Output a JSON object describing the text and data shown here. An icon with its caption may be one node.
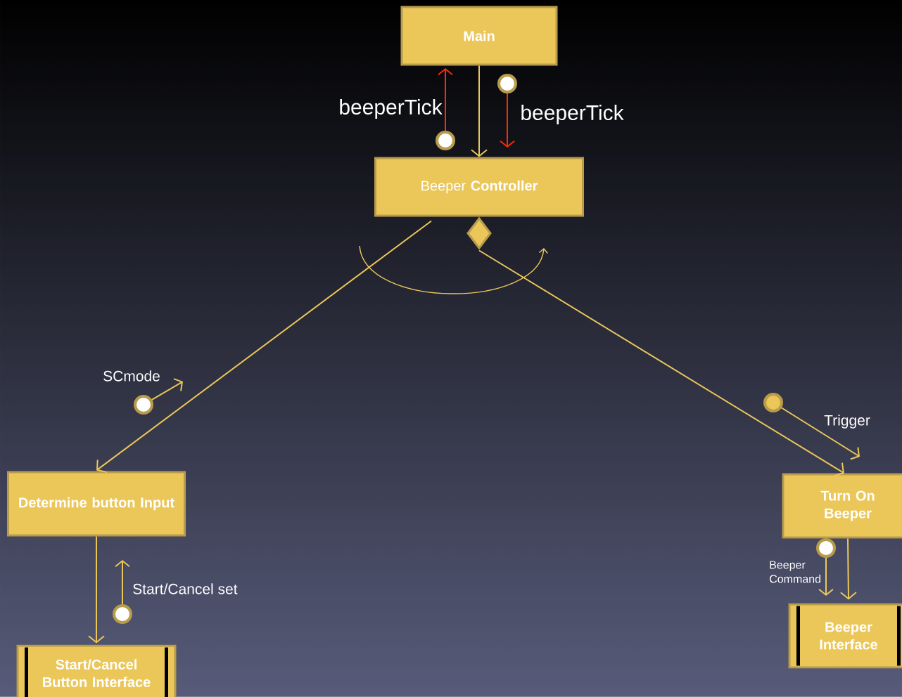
{
  "diagram": {
    "nodes": [
      {
        "text": [
          "Main"
        ]
      },
      {
        "text": [
          "Beeper **Controller**"
        ]
      },
      {
        "text": [
          "Determine button Input"
        ]
      },
      {
        "text": [
          "Start/Cancel Button Interface"
        ]
      },
      {
        "text": [
          "Turn On Beeper"
        ]
      },
      {
        "text": [
          "Beeper Interface"
        ]
      }
    ],
    "edges": [
      {
        "from": 0,
        "to": 1,
        "arrow": "to"
      },
      {
        "from": 1,
        "to": 2,
        "arrow": "to"
      },
      {
        "from": 1,
        "to": 4,
        "arrow": "to"
      },
      {
        "from": 2,
        "to": 3,
        "arrow": "to"
      },
      {
        "from": 4,
        "to": 5,
        "arrow": "to"
      }
    ],
    "labels": [
      "beeperTick",
      "beeperTick",
      "SCmode",
      "Trigger",
      "Beeper Command",
      "Start/Cancel set"
    ]
  }
}
